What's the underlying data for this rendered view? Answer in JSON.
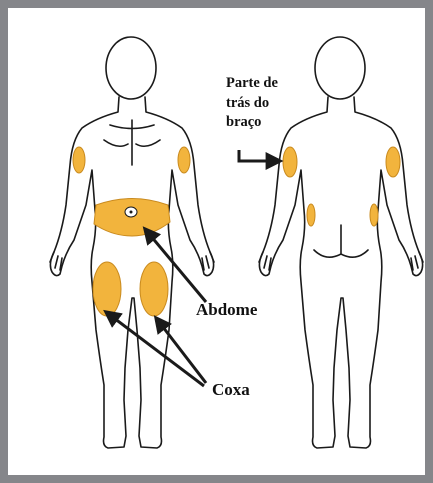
{
  "labels": {
    "back_of_arm": [
      "Parte de",
      "trás do",
      "braço"
    ],
    "abdomen": "Abdome",
    "thigh": "Coxa"
  },
  "colors": {
    "site_fill": "#f2b43d",
    "site_stroke": "#c98a1e",
    "outline": "#1a1a1a",
    "border": "#85868a"
  }
}
